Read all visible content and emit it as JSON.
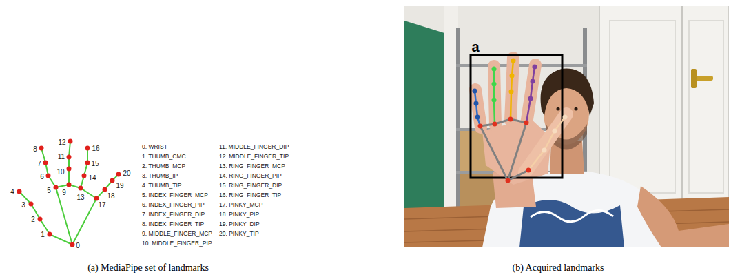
{
  "diagram": {
    "labels": [
      "0",
      "1",
      "2",
      "3",
      "4",
      "5",
      "6",
      "7",
      "8",
      "9",
      "10",
      "11",
      "12",
      "13",
      "14",
      "15",
      "16",
      "17",
      "18",
      "19",
      "20",
      "0. WRIST",
      "1. THUMB_CMC",
      "2. THUMB_MCP",
      "3. THUMB_IP",
      "4. THUMB_TIP",
      "5. INDEX_FINGER_MCP",
      "6. INDEX_FINGER_PIP",
      "7. INDEX_FINGER_DIP",
      "8. INDEX_FINGER_TIP",
      "9. MIDDLE_FINGER_MCP",
      "10. MIDDLE_FINGER_PIP",
      "11. MIDDLE_FINGER_DIP",
      "12. MIDDLE_FINGER_TIP",
      "13. RING_FINGER_MCP",
      "14. RING_FINGER_PIP",
      "15. RING_FINGER_DIP",
      "16. RING_FINGER_TIP",
      "17. PINKY_MCP",
      "18. PINKY_PIP",
      "19. PINKY_DIP",
      "20. PINKY_TIP",
      "a",
      "(a) MediaPipe set of landmarks",
      "(b) Acquired landmarks"
    ]
  }
}
